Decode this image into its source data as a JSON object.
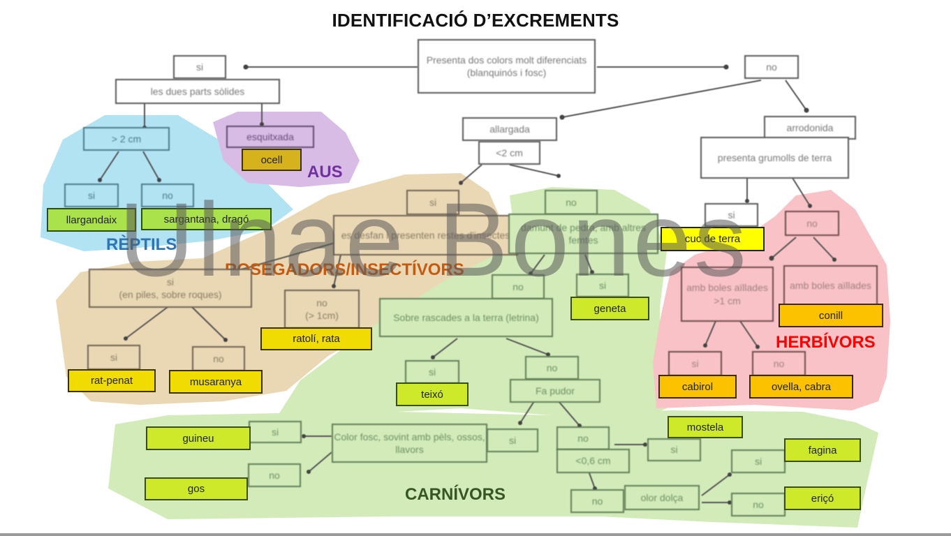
{
  "title": "IDENTIFICACIÓ D’EXCREMENTS",
  "watermark": "Ulnae Bones",
  "colors": {
    "reptils_region": "#b2e3f3",
    "aus_region": "#d8bce6",
    "rosegadors_region": "#ead8b4",
    "carnivors_region": "#d2ebb9",
    "herbivors_region": "#f8c2c6",
    "reptils_label": "#2e75b6",
    "aus_label": "#7030a0",
    "rosegadors_label": "#c55a11",
    "herbivors_label": "#ff0000",
    "carnivors_label": "#375623"
  },
  "groups": {
    "reptils": "RÈPTILS",
    "aus": "AUS",
    "rosegadors": "ROSEGADORS/INSECTÍVORS",
    "herbivors": "HERBÍVORS",
    "carnivors": "CARNÍVORS"
  },
  "nodes": {
    "root": "Presenta dos colors molt diferenciats (blanquinós i fosc)",
    "root_si": "si",
    "root_no": "no",
    "dues_parts": "les dues parts sòlides",
    "gt2cm": "> 2 cm",
    "gt2cm_si": "si",
    "gt2cm_no": "no",
    "esquitxada": "esquitxada",
    "allargada": "allargada",
    "lt2cm": "<2 cm",
    "lt2_si": "si",
    "es_desfan": "es desfan i presenten restes d'insectes",
    "desfan_si": "si\n(en piles, sobre roques)",
    "piles_si": "si",
    "piles_no": "no",
    "desfan_no": "no\n(> 1cm)",
    "lt2_no": "no",
    "damunt_pedra": "damunt de pedra, amb altres femtes",
    "pedra_no": "no",
    "pedra_si": "si",
    "rascades": "Sobre rascades a la terra (letrina)",
    "rascades_si": "si",
    "rascades_no": "no",
    "fa_pudor": "Fa pudor",
    "pudor_si": "si",
    "pudor_no": "no",
    "color_fosc": "Color fosc, sovint amb pèls, ossos, llavors",
    "fosc_si": "si",
    "fosc_no": "no",
    "lt06cm": "<0,6 cm",
    "lt06_si": "si",
    "lt06_no": "no",
    "olor_dolca": "olor dolça",
    "dolca_si": "si",
    "dolca_no": "no",
    "arrodonida": "arrodonida",
    "grumolls": "presenta grumolls de terra",
    "grumolls_si": "si",
    "grumolls_no": "no",
    "boles_gt1": "amb boles aïllades\n>1 cm",
    "boles": "amb boles aïllades",
    "boles_si": "si",
    "boles_no": "no"
  },
  "animals": {
    "llargandaix": "llargandaix",
    "sargantana": "sargantana, dragó",
    "ocell": "ocell",
    "rat_penat": "rat-penat",
    "musaranya": "musaranya",
    "ratoli": "ratolí, rata",
    "geneta": "geneta",
    "teixo": "teixó",
    "guineu": "guineu",
    "gos": "gos",
    "mostela": "mostela",
    "fagina": "fagina",
    "erico": "eriçó",
    "cuc": "cuc de terra",
    "conill": "conill",
    "cabirol": "cabirol",
    "ovella": "ovella, cabra"
  }
}
